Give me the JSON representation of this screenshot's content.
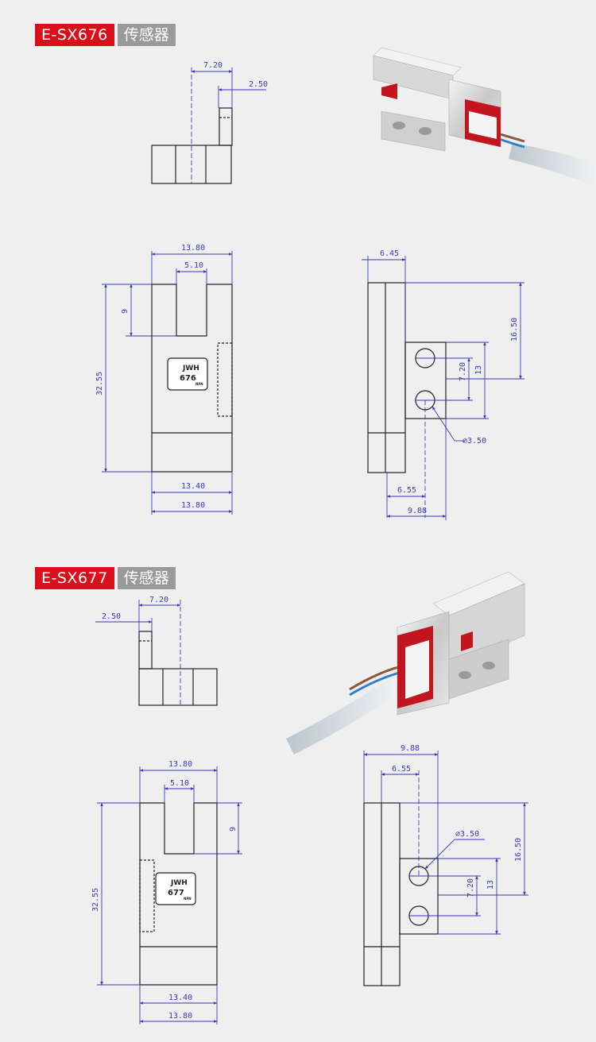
{
  "sections": [
    {
      "model": "E-SX676",
      "kind": "传感器",
      "label": {
        "brand": "JWH",
        "code": "676",
        "mark": "NPN"
      },
      "top_view": {
        "gap": "7.20",
        "arm": "2.50"
      },
      "front_view": {
        "width_top": "13.80",
        "slot": "5.10",
        "slot_depth": "9",
        "height": "32.55",
        "width_bottom_inner": "13.40",
        "width_bottom": "13.80"
      },
      "side_view": {
        "depth": "6.45",
        "height_upper": "16.50",
        "hole_pitch": "7.20",
        "mount_height": "13",
        "hole_dia": "⌀3.50",
        "offset1": "6.55",
        "offset2": "9.88"
      }
    },
    {
      "model": "E-SX677",
      "kind": "传感器",
      "label": {
        "brand": "JWH",
        "code": "677",
        "mark": "NPN"
      },
      "top_view": {
        "gap": "7.20",
        "arm": "2.50"
      },
      "front_view": {
        "width_top": "13.80",
        "slot": "5.10",
        "slot_depth": "9",
        "height": "32.55",
        "width_bottom_inner": "13.40",
        "width_bottom": "13.80"
      },
      "side_view": {
        "depth": "9.88",
        "depth2": "6.55",
        "height_upper": "16.50",
        "hole_pitch": "7.20",
        "mount_height": "13",
        "hole_dia": "⌀3.50"
      }
    }
  ],
  "colors": {
    "accent": "#d90f1a",
    "tag_gray": "#9a9a9a",
    "dimension": "#3a3ab8"
  }
}
